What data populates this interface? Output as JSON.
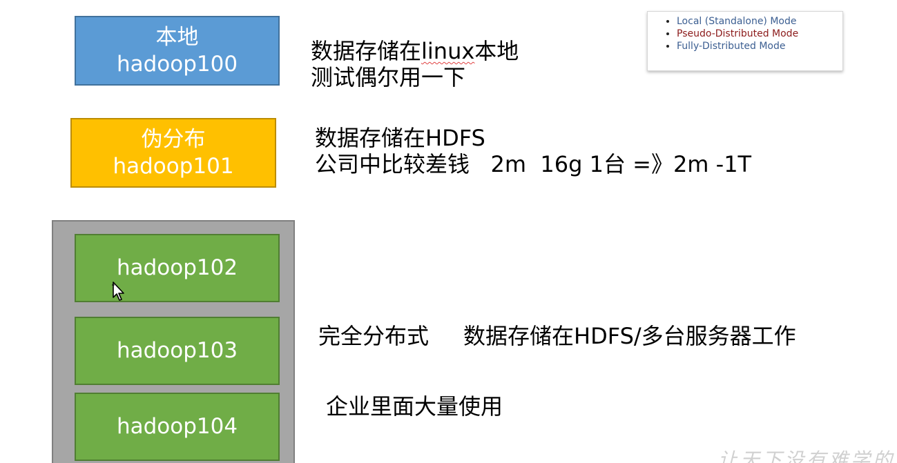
{
  "boxes": {
    "local": {
      "line1": "本地",
      "line2": "hadoop100"
    },
    "pseudo": {
      "line1": "伪分布",
      "line2": "hadoop101"
    },
    "nodes": [
      "hadoop102",
      "hadoop103",
      "hadoop104"
    ]
  },
  "descriptions": {
    "local": {
      "line1_prefix": "数据存储在",
      "line1_squig": "linux",
      "line1_suffix": "本地",
      "line2": "测试偶尔用一下"
    },
    "pseudo": {
      "line1": "数据存储在HDFS",
      "line2": "公司中比较差钱   2m  16g 1台 =》2m -1T"
    },
    "full": {
      "part1": "完全分布式",
      "part2": "数据存储在HDFS/多台服务器工作"
    },
    "enterprise": "企业里面大量使用"
  },
  "modes_panel": {
    "items": [
      {
        "label": "Local (Standalone) Mode",
        "color": "#3b5e91"
      },
      {
        "label": "Pseudo-Distributed Mode",
        "color": "#8b1a1a"
      },
      {
        "label": "Fully-Distributed Mode",
        "color": "#3b5e91"
      }
    ]
  },
  "watermark": "让天下没有难学的技术",
  "icons": {
    "cursor": "mouse-pointer-icon"
  },
  "colors": {
    "local": "#5b9bd5",
    "pseudo": "#ffc000",
    "node": "#70ad47",
    "cluster": "#a6a6a6"
  }
}
